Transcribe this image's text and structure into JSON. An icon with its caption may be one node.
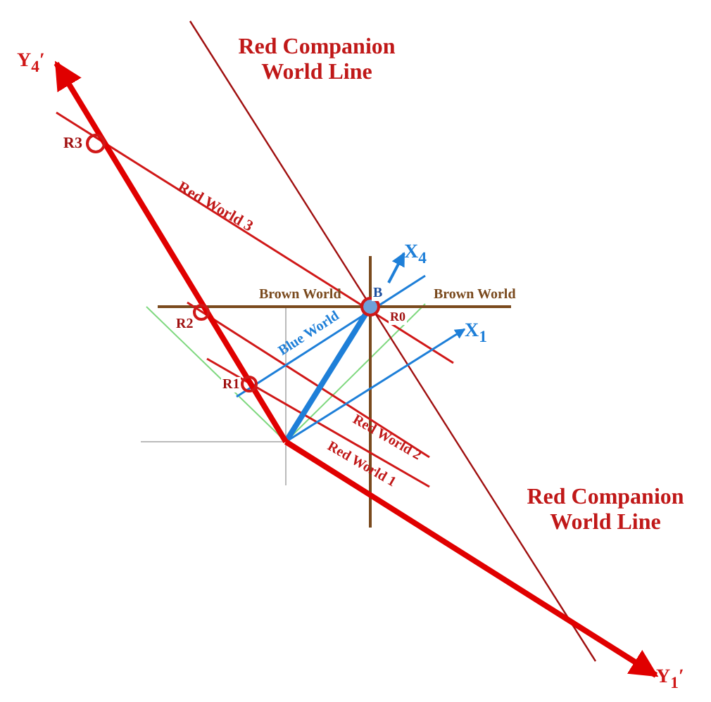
{
  "diagram": {
    "labels": [
      "Red Companion World Line",
      "Y$_{4}$′",
      "R3",
      "Red World 3",
      "X$_{4}$",
      "B",
      "Brown World",
      "Brown World",
      "R2",
      "Blue World",
      "R0",
      "X$_{1}$",
      "R1",
      "Red World 2",
      "Red World 1",
      "Red Companion World Line",
      "Y$_{1}$′"
    ]
  }
}
